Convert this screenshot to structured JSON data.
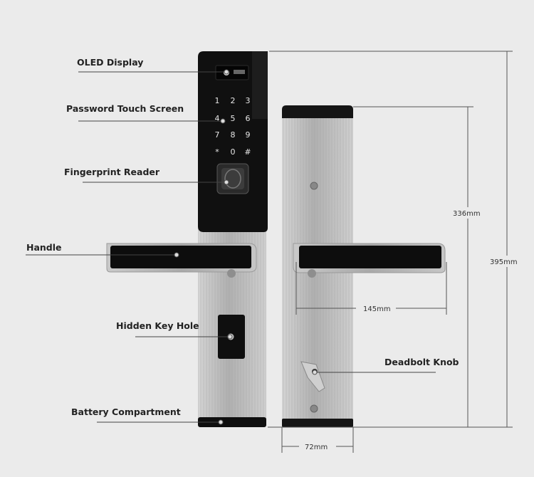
{
  "labels": {
    "oled": "OLED Display",
    "touch": "Password Touch Screen",
    "fingerprint": "Fingerprint Reader",
    "handle": "Handle",
    "keyhole": "Hidden Key Hole",
    "battery": "Battery Compartment",
    "deadbolt": "Deadbolt Knob"
  },
  "dimensions": {
    "inner_height": "336mm",
    "total_height": "395mm",
    "handle_length": "145mm",
    "width": "72mm"
  },
  "keypad": [
    "1",
    "2",
    "3",
    "4",
    "5",
    "6",
    "7",
    "8",
    "9",
    "*",
    "0",
    "#"
  ],
  "colors": {
    "background": "#ebebeb",
    "panel": "#111111",
    "steel": "#b9b9b9",
    "line": "#444444"
  }
}
